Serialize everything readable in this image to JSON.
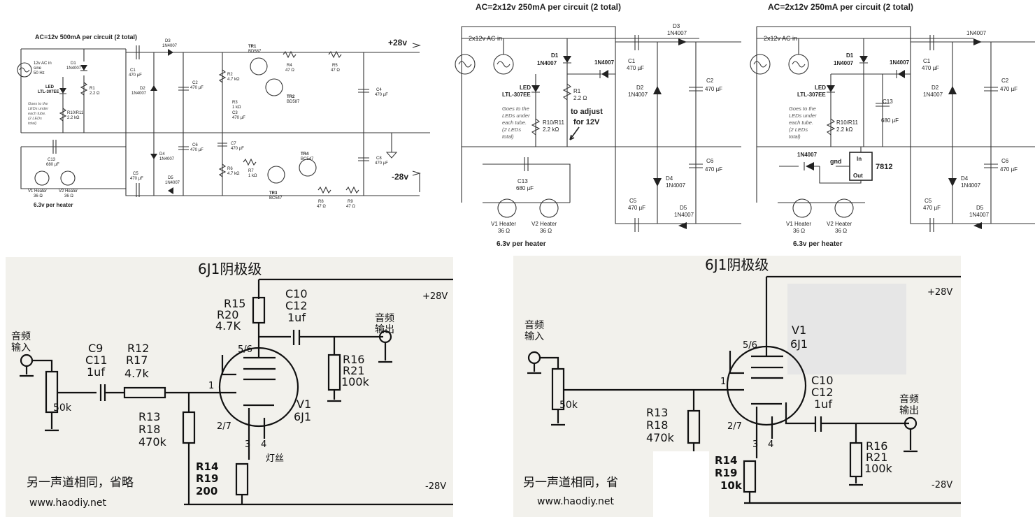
{
  "panel1": {
    "title": "AC=12v 500mA per circuit (2 total)",
    "ac_source": [
      "12v AC in",
      "sine",
      "50 Hz"
    ],
    "rail_pos": "+28v",
    "rail_neg": "-28v",
    "led_label": [
      "LED",
      "LTL-307EE"
    ],
    "led_note": [
      "Goes to the",
      "LEDs under",
      "each tube.",
      "(2 LEDs",
      "total)"
    ],
    "r1": [
      "R1",
      "2.2 Ω"
    ],
    "r10": [
      "R10/R11",
      "2.2 kΩ"
    ],
    "d1": [
      "D1",
      "1N4007"
    ],
    "d2": [
      "D2",
      "1N4007"
    ],
    "d3": [
      "D3",
      "1N4007"
    ],
    "d4": [
      "D4",
      "1N4007"
    ],
    "d5": [
      "D5",
      "1N4007"
    ],
    "c1": [
      "C1",
      "470 µF"
    ],
    "c2": [
      "C2",
      "470 µF"
    ],
    "c3": [
      "C3",
      "470 µF"
    ],
    "c4": [
      "C4",
      "470 µF"
    ],
    "c5": [
      "C5",
      "470 µF"
    ],
    "c6": [
      "C6",
      "470 µF"
    ],
    "c7": [
      "C7",
      "470 µF"
    ],
    "c8": [
      "C8",
      "470 µF"
    ],
    "c13": [
      "C13",
      "680 µF"
    ],
    "r2": [
      "R2",
      "4.7 kΩ"
    ],
    "r3": [
      "R3",
      "1 kΩ"
    ],
    "r4": [
      "R4",
      "47 Ω"
    ],
    "r5": [
      "R5",
      "47 Ω"
    ],
    "r6": [
      "R6",
      "4.7 kΩ"
    ],
    "r7": [
      "R7",
      "1 kΩ"
    ],
    "r8": [
      "R8",
      "47 Ω"
    ],
    "r9": [
      "R9",
      "47 Ω"
    ],
    "tr1": [
      "TR1",
      "BD587"
    ],
    "tr2": [
      "TR2",
      "BD587"
    ],
    "tr3": [
      "TR3",
      "BC547"
    ],
    "tr4": [
      "TR4",
      "BC547"
    ],
    "v1": [
      "V1 Heater",
      "36 Ω"
    ],
    "v2": [
      "V2 Heater",
      "36 Ω"
    ],
    "heater_note": "6.3v per heater"
  },
  "panel2": {
    "title": "AC=2x12v 250mA per circuit (2 total)",
    "ac_in": "2x12v AC in",
    "d1": [
      "D1",
      "1N4007"
    ],
    "diode_extra": "1N4007",
    "led_label": [
      "LED",
      "LTL-307EE"
    ],
    "led_note": [
      "Goes to the",
      "LEDs under",
      "each tube.",
      "(2 LEDs",
      "total)"
    ],
    "r1": [
      "R1",
      "2.2 Ω"
    ],
    "r10": [
      "R10/R11",
      "2.2 kΩ"
    ],
    "adjust": [
      "to adjust",
      "for 12V"
    ],
    "c13": [
      "C13",
      "680 µF"
    ],
    "c1": [
      "C1",
      "470 µF"
    ],
    "c2": [
      "C2",
      "470 µF"
    ],
    "c5": [
      "C5",
      "470 µF"
    ],
    "c6": [
      "C6",
      "470 µF"
    ],
    "d2": [
      "D2",
      "1N4007"
    ],
    "d3": [
      "D3",
      "1N4007"
    ],
    "d4": [
      "D4",
      "1N4007"
    ],
    "d5": [
      "D5",
      "1N4007"
    ],
    "v1": [
      "V1 Heater",
      "36 Ω"
    ],
    "v2": [
      "V2 Heater",
      "36 Ω"
    ],
    "heater_note": "6.3v per heater"
  },
  "panel3": {
    "title": "AC=2x12v 250mA per circuit (2 total)",
    "ac_in": "2x12v AC in",
    "d1": [
      "D1",
      "1N4007"
    ],
    "diode_extra": "1N4007",
    "led_label": [
      "LED",
      "LTL-307EE"
    ],
    "led_note": [
      "Goes to the",
      "LEDs under",
      "each tube.",
      "(2 LEDs",
      "total)"
    ],
    "r10": [
      "R10/R11",
      "2.2 kΩ"
    ],
    "c13": [
      "C13",
      "680 µF"
    ],
    "reg_diode": "1N4007",
    "gnd": "gnd",
    "reg_in": "In",
    "reg_out": "Out",
    "reg": "7812",
    "d_top": "1N4007",
    "c1": [
      "C1",
      "470 µF"
    ],
    "c2": [
      "C2",
      "470 µF"
    ],
    "c5": [
      "C5",
      "470 µF"
    ],
    "c6": [
      "C6",
      "470 µF"
    ],
    "d2": [
      "D2",
      "1N4007"
    ],
    "d4": [
      "D4",
      "1N4007"
    ],
    "d5": [
      "D5",
      "1N4007"
    ],
    "v1": [
      "V1 Heater",
      "36 Ω"
    ],
    "v2": [
      "V2 Heater",
      "36 Ω"
    ],
    "heater_note": "6.3v per heater"
  },
  "photo1": {
    "title": "6J1阴极级",
    "rail_pos": "+28V",
    "rail_neg": "-28V",
    "input": [
      "音频",
      "输入"
    ],
    "output": [
      "音频",
      "输出"
    ],
    "pot": "50k",
    "c9": [
      "C9",
      "C11",
      "1uf"
    ],
    "r12": [
      "R12",
      "R17",
      "4.7k"
    ],
    "r13": [
      "R13",
      "R18",
      "470k"
    ],
    "r15": [
      "R15",
      "R20",
      "4.7K"
    ],
    "c10": [
      "C10",
      "C12",
      "1uf"
    ],
    "r16": [
      "R16",
      "R21",
      "100k"
    ],
    "r14": [
      "R14",
      "R19",
      "200"
    ],
    "pin1": "1",
    "pin56": "5/6",
    "pin27": "2/7",
    "pins34": [
      "3",
      "4"
    ],
    "heater": "灯丝",
    "tube": [
      "V1",
      "6J1"
    ],
    "note": "另一声道相同，省略",
    "website": "www.haodiy.net"
  },
  "photo2": {
    "title": "6J1阴极级",
    "rail_pos": "+28V",
    "rail_neg": "-28V",
    "input": [
      "音频",
      "输入"
    ],
    "output": [
      "音频",
      "输出"
    ],
    "pot": "50k",
    "tube": [
      "V1",
      "6J1"
    ],
    "r13": [
      "R13",
      "R18",
      "470k"
    ],
    "c10": [
      "C10",
      "C12",
      "1uf"
    ],
    "r16": [
      "R16",
      "R21",
      "100k"
    ],
    "r14": [
      "R14",
      "R19",
      "10k"
    ],
    "pin1": "1",
    "pin56": "5/6",
    "pin27": "2/7",
    "pins34": [
      "3",
      "4"
    ],
    "note": "另一声道相同，省",
    "website": "www.haodiy.net"
  }
}
